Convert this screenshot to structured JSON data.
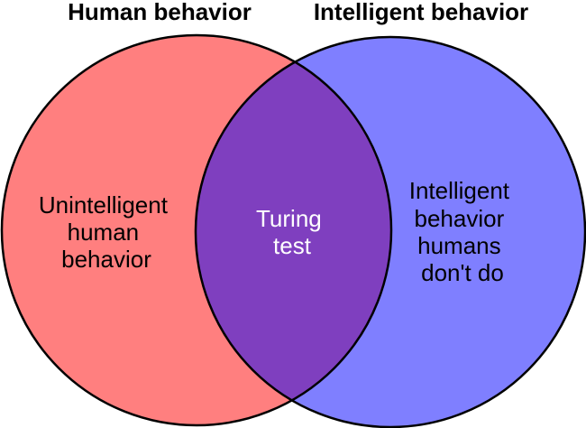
{
  "diagram": {
    "type": "venn",
    "sets": [
      {
        "id": "human",
        "title": "Human behavior",
        "fill_color": "#ff7f7f"
      },
      {
        "id": "intelligent",
        "title": "Intelligent behavior",
        "fill_color": "#7f7fff"
      }
    ],
    "overlap_color": "#7f3fbf",
    "outline_color": "#000000",
    "regions": {
      "human_only": {
        "lines": [
          "Unintelligent",
          "human",
          "behavior"
        ],
        "text_color": "#000000"
      },
      "intersection": {
        "lines": [
          "Turing",
          "test"
        ],
        "text_color": "#ffffff"
      },
      "intelligent_only": {
        "lines": [
          "Intelligent",
          "behavior",
          "humans",
          "don't do"
        ],
        "text_color": "#000000"
      }
    }
  }
}
